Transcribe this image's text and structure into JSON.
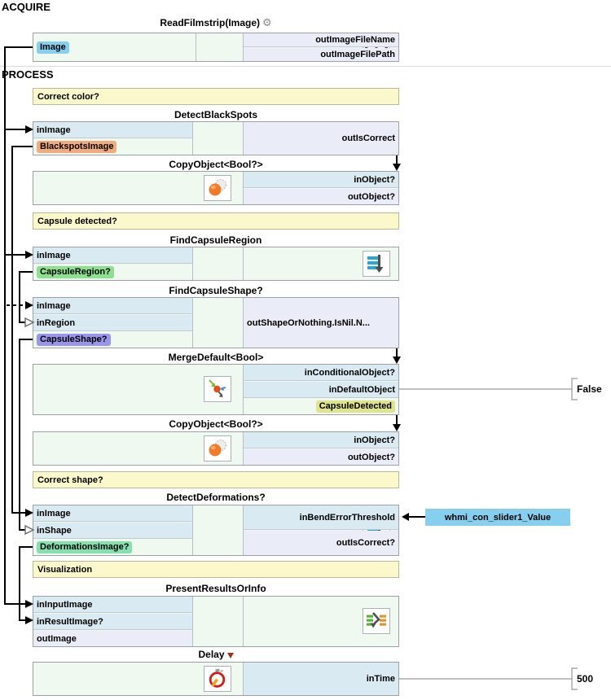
{
  "sections": {
    "acquire": "ACQUIRE",
    "process": "PROCESS"
  },
  "comments": {
    "correct_color": "Correct color?",
    "capsule_detected": "Capsule detected?",
    "correct_shape": "Correct shape?",
    "visualization": "Visualization"
  },
  "filters": {
    "read_filmstrip": {
      "title": "ReadFilmstrip(Image)",
      "out_label": "Image",
      "out_image_file_name": "outImageFileName",
      "out_image_file_path": "outImageFilePath"
    },
    "detect_black_spots": {
      "title": "DetectBlackSpots",
      "in_image": "inImage",
      "out_label": "BlackspotsImage",
      "out_is_correct": "outIsCorrect"
    },
    "copy_object_1": {
      "title": "CopyObject<Bool?>",
      "in_object": "inObject?",
      "out_object": "outObject?"
    },
    "find_capsule_region": {
      "title": "FindCapsuleRegion",
      "in_image": "inImage",
      "out_label": "CapsuleRegion?"
    },
    "find_capsule_shape": {
      "title": "FindCapsuleShape?",
      "in_image": "inImage",
      "in_region": "inRegion",
      "out_label": "CapsuleShape?",
      "out_shape": "outShapeOrNothing.IsNil.N..."
    },
    "merge_default": {
      "title": "MergeDefault<Bool>",
      "in_conditional_object": "inConditionalObject?",
      "in_default_object": "inDefaultObject",
      "out_label": "CapsuleDetected"
    },
    "copy_object_2": {
      "title": "CopyObject<Bool?>",
      "in_object": "inObject?",
      "out_object": "outObject?"
    },
    "detect_deformations": {
      "title": "DetectDeformations?",
      "in_image": "inImage",
      "in_shape": "inShape",
      "out_label": "DeformationsImage?",
      "in_bend_error_threshold": "inBendErrorThreshold",
      "out_is_correct": "outIsCorrect?"
    },
    "present_results": {
      "title": "PresentResultsOrInfo",
      "in_input_image": "inInputImage",
      "in_result_image": "inResultImage?",
      "out_image": "outImage"
    },
    "delay": {
      "title": "Delay",
      "in_time": "inTime"
    }
  },
  "values": {
    "merge_default_value": "False",
    "delay_time_ms": "500",
    "slider_ref": "whmi_con_slider1_Value"
  },
  "icons": {
    "gear": "gear-icon",
    "filmstrip": "filmstrip-icon",
    "macrofilter": "macrofilter-steps-icon",
    "copy_object": "copy-object-spheres-icon",
    "merge": "merge-arrows-icon",
    "present_results": "variant-merge-lists-icon",
    "delay": "stopwatch-icon"
  },
  "colors": {
    "port_input_row": "#daeaf2",
    "port_output_row": "#eaedf8",
    "block_body": "#f0f9f0",
    "comment": "#fbf9cb",
    "accent_image": "#86cfee",
    "accent_blackspots": "#f0ab7e",
    "accent_region": "#8de08d",
    "accent_shape": "#9a95ea",
    "accent_detected": "#dfe38b",
    "accent_deformations": "#85e0b0",
    "macro_blue": "#2aa5dc"
  }
}
